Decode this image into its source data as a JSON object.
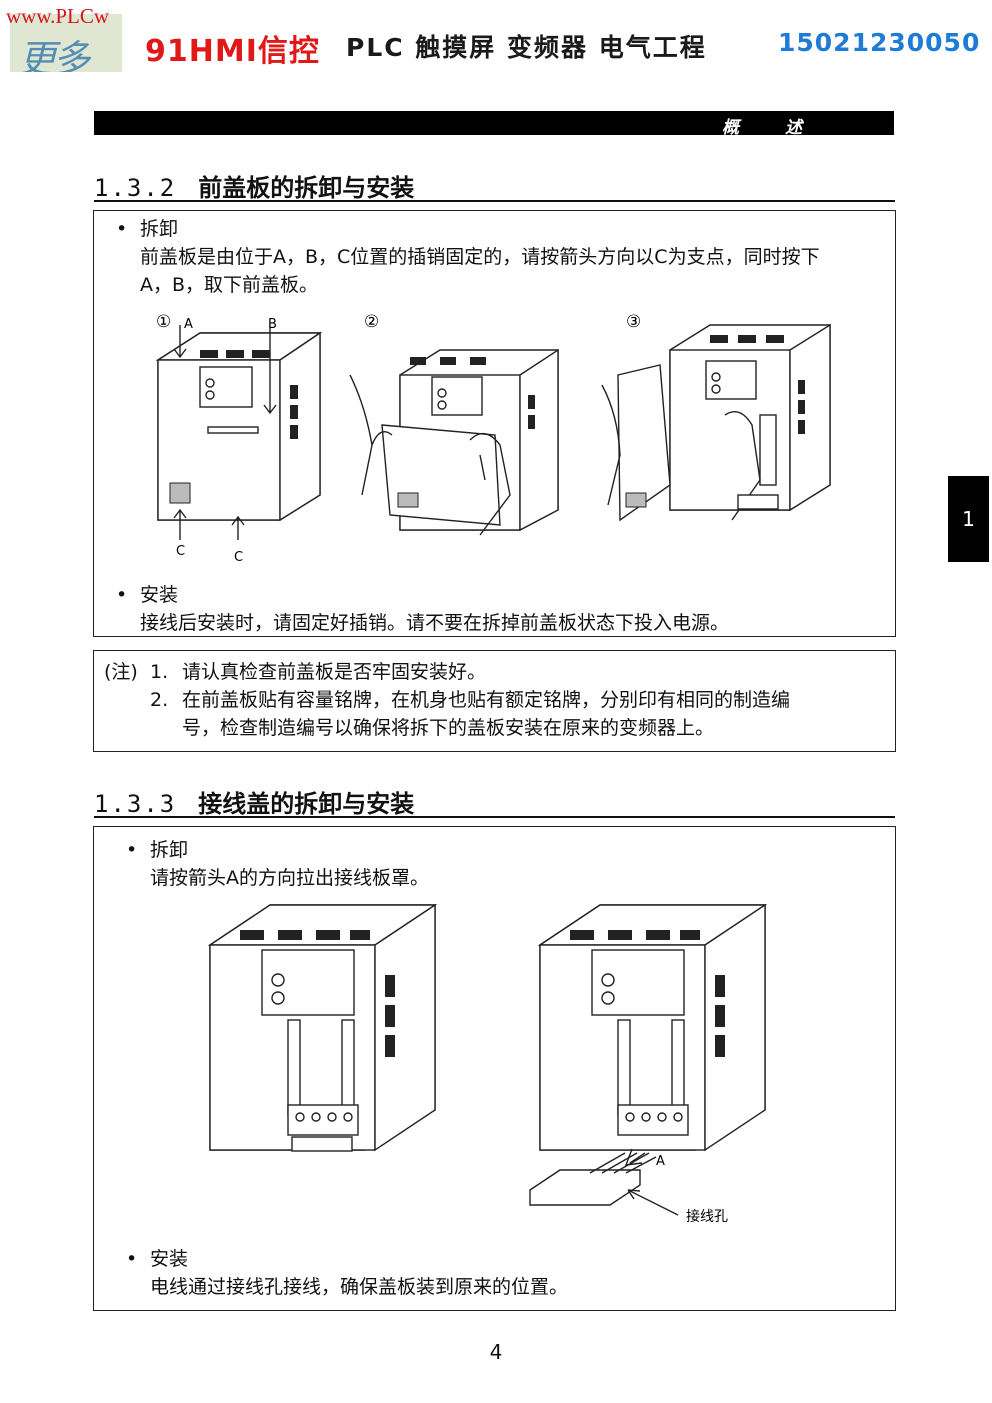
{
  "header": {
    "logo_url": "www.PLCw",
    "brand": "91HMI信控",
    "tagline": "PLC 触摸屏 变频器 电气工程",
    "phone": "15021230050"
  },
  "chapter": {
    "title": "概述",
    "tab": "1"
  },
  "section_132": {
    "number": "1.3.2",
    "title": "前盖板的拆卸与安装",
    "remove": {
      "bullet": "•",
      "label": "拆卸",
      "lines": [
        "前盖板是由位于A，B，C位置的插销固定的，请按箭头方向以C为支点，同时按下",
        "A，B，取下前盖板。"
      ]
    },
    "figure": {
      "steps": [
        "①",
        "②",
        "③"
      ],
      "labels": {
        "a": "A",
        "b": "B",
        "c": "C"
      }
    },
    "install": {
      "bullet": "•",
      "label": "安装",
      "line": "接线后安装时，请固定好插销。请不要在拆掉前盖板状态下投入电源。"
    }
  },
  "notes": {
    "prefix": "(注)",
    "items": [
      {
        "num": "1.",
        "lines": [
          "请认真检查前盖板是否牢固安装好。"
        ]
      },
      {
        "num": "2.",
        "lines": [
          "在前盖板贴有容量铭牌，在机身也贴有额定铭牌，分别印有相同的制造编",
          "号，检查制造编号以确保将拆下的盖板安装在原来的变频器上。"
        ]
      }
    ]
  },
  "section_133": {
    "number": "1.3.3",
    "title": "接线盖的拆卸与安装",
    "remove": {
      "bullet": "•",
      "label": "拆卸",
      "line": "请按箭头A的方向拉出接线板罩。"
    },
    "figure": {
      "arrow_label": "A",
      "hole_label": "接线孔"
    },
    "install": {
      "bullet": "•",
      "label": "安装",
      "line": "电线通过接线孔接线，确保盖板装到原来的位置。"
    }
  },
  "page_number": "4"
}
